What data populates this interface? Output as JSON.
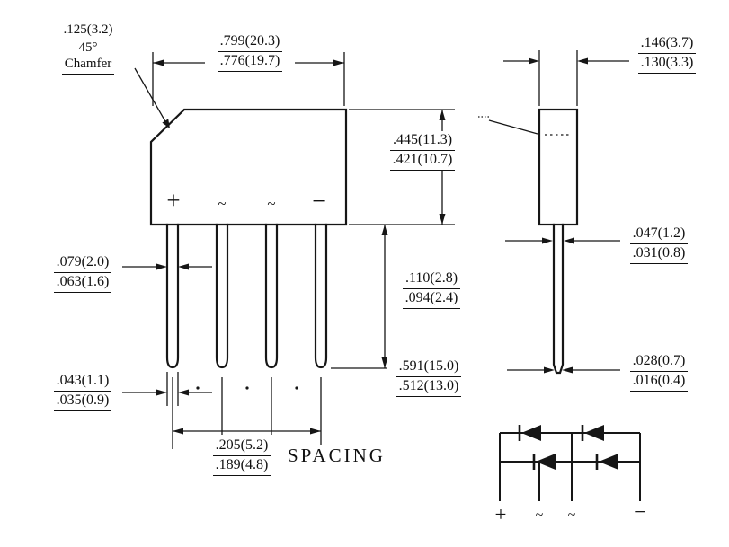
{
  "front_view": {
    "chamfer_dim": ".125(3.2)",
    "chamfer_angle": "45°",
    "chamfer_label": "Chamfer",
    "body_width_max": ".799(20.3)",
    "body_width_min": ".776(19.7)",
    "body_height_max": ".445(11.3)",
    "body_height_min": ".421(10.7)",
    "lead_width_max": ".079(2.0)",
    "lead_width_min": ".063(1.6)",
    "lead_gap_max": ".110(2.8)",
    "lead_gap_min": ".094(2.4)",
    "lead_length_max": ".591(15.0)",
    "lead_length_min": ".512(13.0)",
    "lead_tip_max": ".043(1.1)",
    "lead_tip_min": ".035(0.9)",
    "spacing_max": ".205(5.2)",
    "spacing_min": ".189(4.8)",
    "spacing_label": "SPACING",
    "terminal_plus": "+",
    "terminal_ac1": "~",
    "terminal_ac2": "~",
    "terminal_minus": "−"
  },
  "side_view": {
    "width_max": ".146(3.7)",
    "width_min": ".130(3.3)",
    "lead_thickness_max": ".047(1.2)",
    "lead_thickness_min": ".031(0.8)",
    "lead_tip_thickness_max": ".028(0.7)",
    "lead_tip_thickness_min": ".016(0.4)"
  },
  "schematic": {
    "terminal_plus": "+",
    "terminal_ac1": "~",
    "terminal_ac2": "~",
    "terminal_minus": "−"
  }
}
